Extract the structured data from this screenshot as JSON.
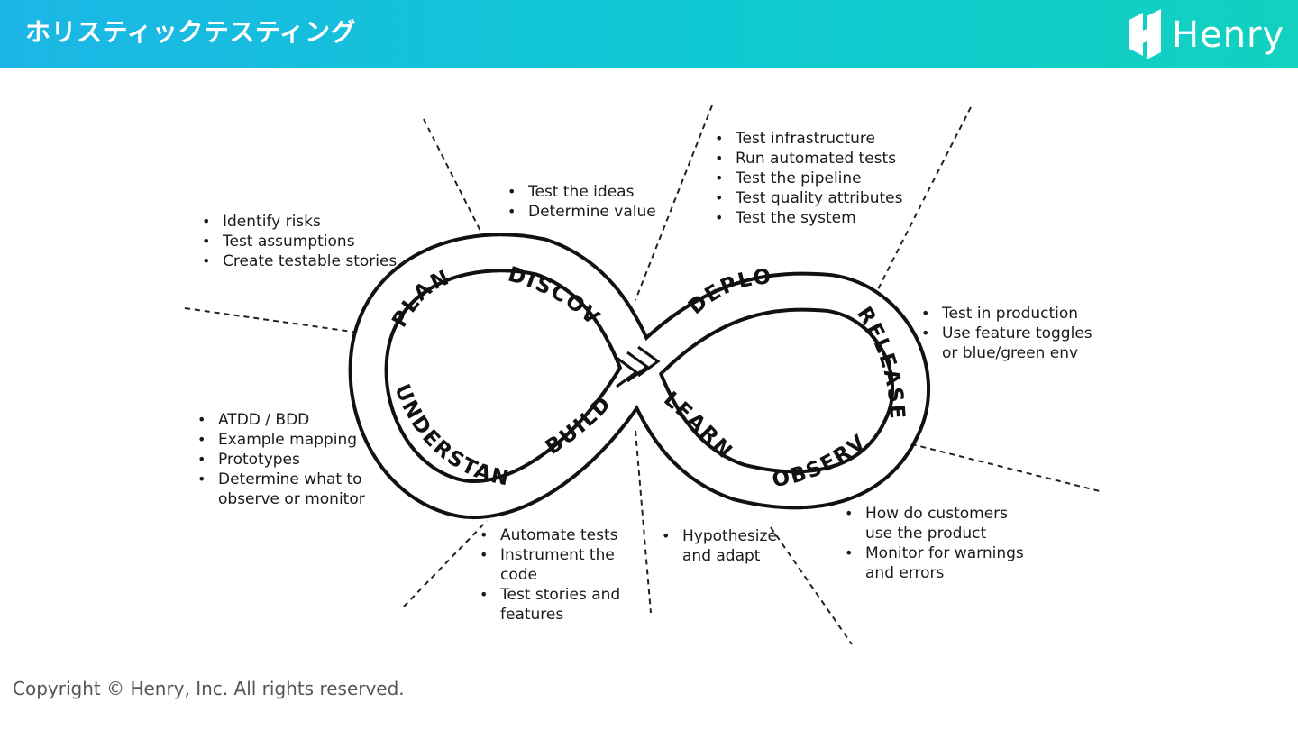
{
  "header": {
    "title": "ホリスティックテスティング"
  },
  "logo": {
    "name": "Henry"
  },
  "diagram": {
    "loop_labels": {
      "plan": "PLAN",
      "discover": "DISCOVER",
      "deploy": "DEPLOY",
      "release": "RELEASE",
      "observe": "OBSERVE",
      "learn": "LEARN",
      "build": "BUILD",
      "understand": "UNDERSTAND"
    },
    "notes": {
      "plan": [
        "Identify risks",
        "Test assumptions",
        "Create testable stories"
      ],
      "discover": [
        "Test the ideas",
        "Determine value"
      ],
      "deploy": [
        "Test infrastructure",
        "Run automated tests",
        "Test the pipeline",
        "Test quality attributes",
        "Test the system"
      ],
      "release": [
        [
          "Test in production"
        ],
        [
          "Use feature toggles",
          "or blue/green env"
        ]
      ],
      "understand": [
        [
          "ATDD / BDD"
        ],
        [
          "Example mapping"
        ],
        [
          "Prototypes"
        ],
        [
          "Determine what to",
          "observe or monitor"
        ]
      ],
      "build": [
        [
          "Automate tests"
        ],
        [
          "Instrument the",
          "code"
        ],
        [
          "Test stories and",
          "features"
        ]
      ],
      "learn": [
        [
          "Hypothesize",
          "and adapt"
        ]
      ],
      "observe": [
        [
          "How do customers",
          "use the product"
        ],
        [
          "Monitor for warnings",
          "and errors"
        ]
      ]
    }
  },
  "footer": {
    "copyright": "Copyright © Henry, Inc. All rights reserved."
  }
}
